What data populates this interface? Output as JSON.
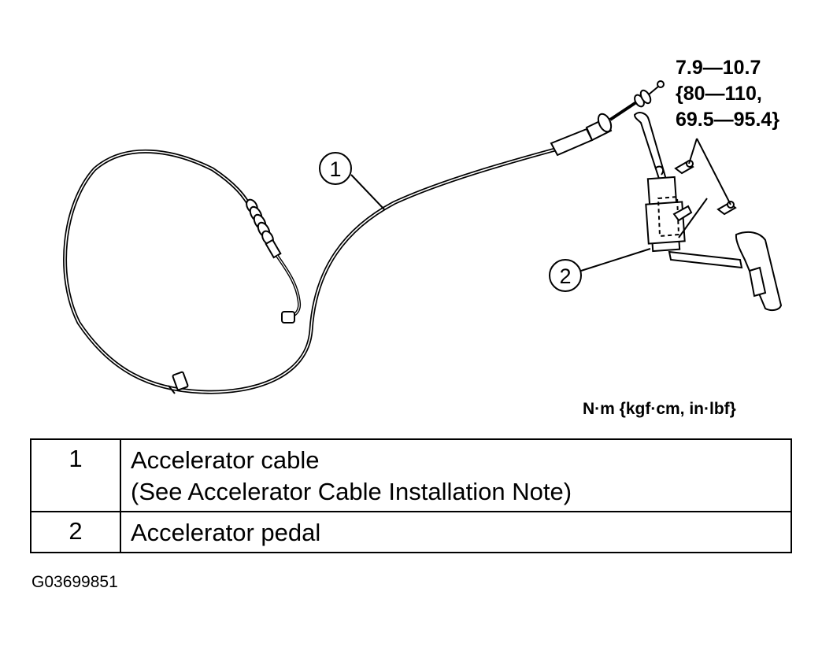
{
  "callouts": [
    {
      "number": "1"
    },
    {
      "number": "2"
    }
  ],
  "torque_spec": {
    "line1": "7.9—10.7",
    "line2": "{80—110,",
    "line3": "69.5—95.4}"
  },
  "units_label": "N·m {kgf·cm, in·lbf}",
  "legend": [
    {
      "number": "1",
      "lines": [
        "Accelerator cable",
        "(See Accelerator Cable Installation Note)"
      ]
    },
    {
      "number": "2",
      "lines": [
        "Accelerator pedal"
      ]
    }
  ],
  "figure_id": "G03699851"
}
